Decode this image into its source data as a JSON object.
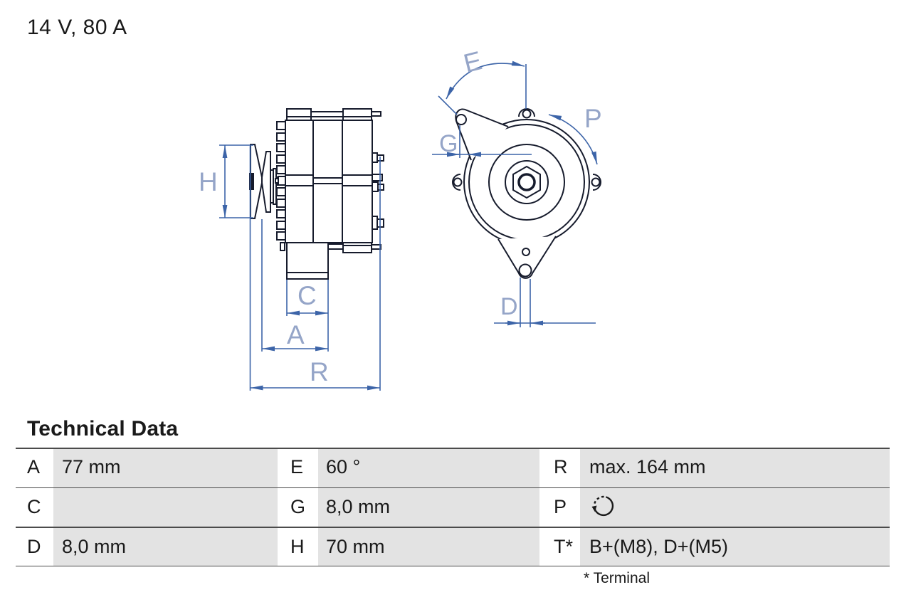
{
  "page": {
    "title": "14 V, 80 A"
  },
  "diagram": {
    "labels": {
      "h": "H",
      "c": "C",
      "a": "A",
      "r": "R",
      "e": "E",
      "g": "G",
      "p": "P",
      "d": "D"
    }
  },
  "technical_data": {
    "heading": "Technical Data",
    "rows": [
      [
        {
          "label": "A",
          "value": "77 mm"
        },
        {
          "label": "E",
          "value": "60 °"
        },
        {
          "label": "R",
          "value": "max. 164 mm"
        }
      ],
      [
        {
          "label": "C",
          "value": ""
        },
        {
          "label": "G",
          "value": "8,0 mm"
        },
        {
          "label": "P",
          "value": "",
          "icon": "rotation-direction-icon"
        }
      ],
      [
        {
          "label": "D",
          "value": "8,0 mm"
        },
        {
          "label": "H",
          "value": "70 mm"
        },
        {
          "label": "T*",
          "value": "B+(M8), D+(M5)"
        }
      ]
    ],
    "footnote": "* Terminal"
  },
  "colors": {
    "drawing_line": "#161b2c",
    "dimension_blue": "#3c64a8",
    "dimension_label_blue": "#95a5c8",
    "table_cell_gray": "#e3e3e3",
    "table_rule_gray": "#4b4b4b",
    "text_black": "#1a1a1a"
  }
}
